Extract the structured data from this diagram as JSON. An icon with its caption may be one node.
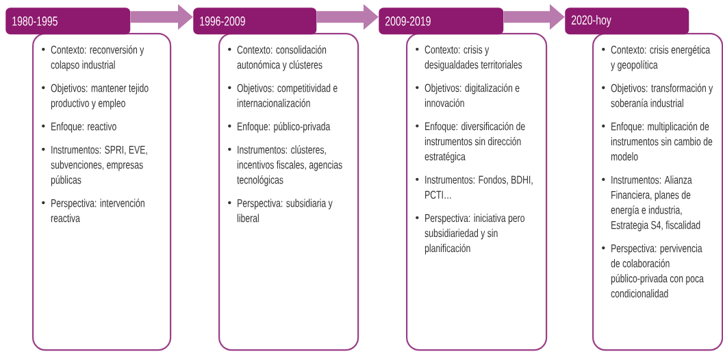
{
  "diagram": {
    "nodes": [
      {
        "text": [
          "1980-1995"
        ]
      },
      {
        "text": [
          "Contexto: reconversión y colapso industrial",
          "Objetivos: mantener tejido productivo y empleo",
          "Enfoque: reactivo",
          "Instrumentos: SPRI, EVE, subvenciones, empresas públicas",
          "Perspectiva: intervención reactiva"
        ]
      },
      {
        "text": [
          "1996-2009"
        ]
      },
      {
        "text": [
          "Contexto: consolidación autonómica y clústeres",
          "Objetivos: competitividad e internacionalización",
          "Enfoque: público-privada",
          "Instrumentos: clústeres, incentivos fiscales, agencias tecnológicas",
          "Perspectiva: subsidiaria y liberal"
        ]
      },
      {
        "text": [
          "2009-2019"
        ]
      },
      {
        "text": [
          "Contexto: crisis y desigualdades territoriales",
          "Objetivos: digitalización e innovación",
          "Enfoque: diversificación de instrumentos sin dirección estratégica",
          "Instrumentos: Fondos, BDHI, PCTI…",
          "Perspectiva: iniciativa pero subsidiariedad y sin planificación"
        ]
      },
      {
        "text": [
          "2020-hoy"
        ]
      },
      {
        "text": [
          "Contexto: crisis energética y geopolítica",
          "Objetivos: transformación y soberanía industrial",
          "Enfoque: multiplicación de instrumentos sin cambio de modelo",
          "Instrumentos: Alianza Financiera, planes de energía e industria, Estrategia S4, fiscalidad",
          "Perspectiva: pervivencia de colaboración público-privada con poca condicionalidad"
        ]
      }
    ],
    "edges": [
      {
        "from": 0,
        "to": 2,
        "arrow": "to"
      },
      {
        "from": 2,
        "to": 4,
        "arrow": "to"
      },
      {
        "from": 4,
        "to": 6,
        "arrow": "to"
      }
    ]
  }
}
